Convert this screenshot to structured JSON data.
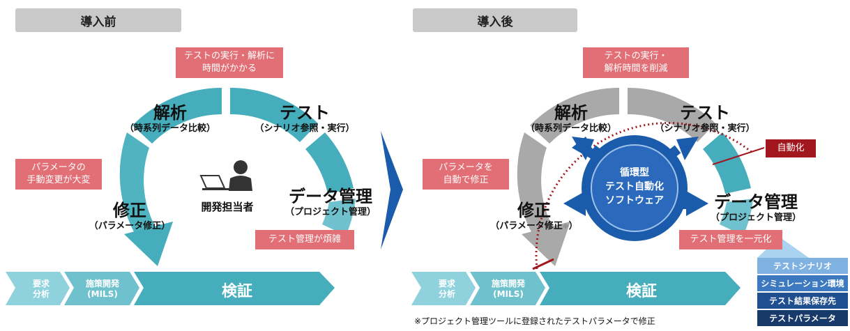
{
  "before": {
    "header": "導入前",
    "callouts": {
      "top": [
        "テストの実行・解析に",
        "時間がかかる"
      ],
      "left": [
        "パラメータの",
        "手動変更が大変"
      ],
      "right": "テスト管理が煩雑"
    },
    "stages": {
      "analysis": {
        "title": "解析",
        "sub": "（時系列データ比較）"
      },
      "test": {
        "title": "テスト",
        "sub": "（シナリオ参照・実行）"
      },
      "data": {
        "title": "データ管理",
        "sub": "（プロジェクト管理）"
      },
      "fix": {
        "title": "修正",
        "sub": "（パラメータ修正）"
      }
    },
    "center_label": "開発担当者",
    "process": {
      "req": [
        "要求",
        "分析"
      ],
      "dev": [
        "施策開発",
        "(MILS)"
      ],
      "verify": "検証"
    }
  },
  "after": {
    "header": "導入後",
    "callouts": {
      "top": [
        "テストの実行・",
        "解析時間を削減"
      ],
      "left": [
        "パラメータを",
        "自動で修正"
      ],
      "right": "テスト管理を一元化",
      "auto": "自動化"
    },
    "stages": {
      "analysis": {
        "title": "解析",
        "sub": "（時系列データ比較）"
      },
      "test": {
        "title": "テスト",
        "sub": "（シナリオ参照・実行）"
      },
      "data": {
        "title": "データ管理",
        "sub": "（プロジェクト管理）"
      },
      "fix": {
        "title": "修正",
        "sub": "（パラメータ修正",
        "mark": "※",
        "close": "）"
      }
    },
    "center": [
      "循環型",
      "テスト自動化",
      "ソフトウェア"
    ],
    "process": {
      "req": [
        "要求",
        "分析"
      ],
      "dev": [
        "施策開発",
        "(MILS)"
      ],
      "verify": "検証"
    },
    "stack": [
      "テストシナリオ",
      "シミュレーション環境",
      "テスト結果保存先",
      "テストパラメータ"
    ],
    "footnote": "※プロジェクト管理ツールに登録されたテストパラメータで修正"
  },
  "colors": {
    "teal": "#45adbb",
    "teal_light": "#8fd2dd",
    "gray": "#a9a9a9",
    "coral": "#e26f75",
    "dark_red": "#a2161e",
    "blue": "#1a5bab",
    "header_gray": "#c9c9c9"
  }
}
